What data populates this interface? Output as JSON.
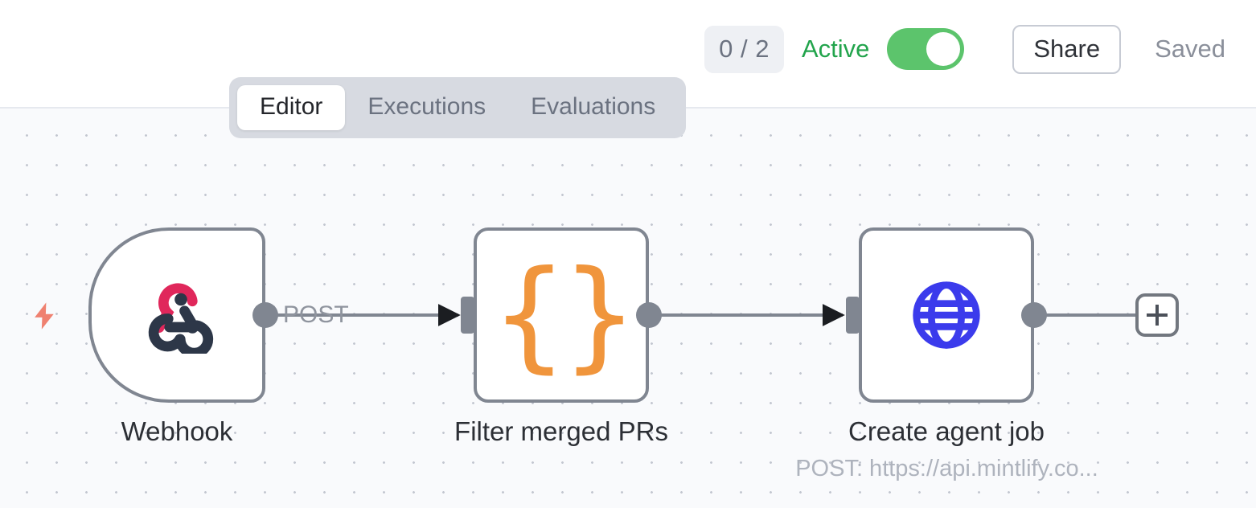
{
  "header": {
    "run_count_badge": "0 / 2",
    "active_label": "Active",
    "active_toggle_state": "on",
    "share_label": "Share",
    "saved_label": "Saved",
    "accent_green": "#5cc46c",
    "active_text_color": "#22a44c"
  },
  "tabs": {
    "items": [
      {
        "label": "Editor",
        "active": true
      },
      {
        "label": "Executions",
        "active": false
      },
      {
        "label": "Evaluations",
        "active": false
      }
    ]
  },
  "canvas": {
    "background": "#f9fafc",
    "dot_color": "#c3c7d0",
    "trigger_bolt_color": "#ef8170"
  },
  "workflow": {
    "nodes": [
      {
        "id": "webhook",
        "kind": "trigger",
        "title": "Webhook",
        "subtitle": "",
        "icon": "webhook-icon",
        "icon_colors": [
          "#e0275b",
          "#2d3748"
        ]
      },
      {
        "id": "filter",
        "kind": "step",
        "title": "Filter merged PRs",
        "subtitle": "",
        "icon": "curly-braces-icon",
        "icon_glyph": "{}",
        "icon_colors": [
          "#f0953c"
        ]
      },
      {
        "id": "http",
        "kind": "step",
        "title": "Create agent job",
        "subtitle": "POST: https://api.mintlify.co...",
        "icon": "globe-icon",
        "icon_colors": [
          "#3b3bec"
        ]
      }
    ],
    "edges": [
      {
        "from": "webhook",
        "to": "filter",
        "label": "POST"
      },
      {
        "from": "filter",
        "to": "http",
        "label": ""
      }
    ],
    "add_node_button": "+"
  }
}
